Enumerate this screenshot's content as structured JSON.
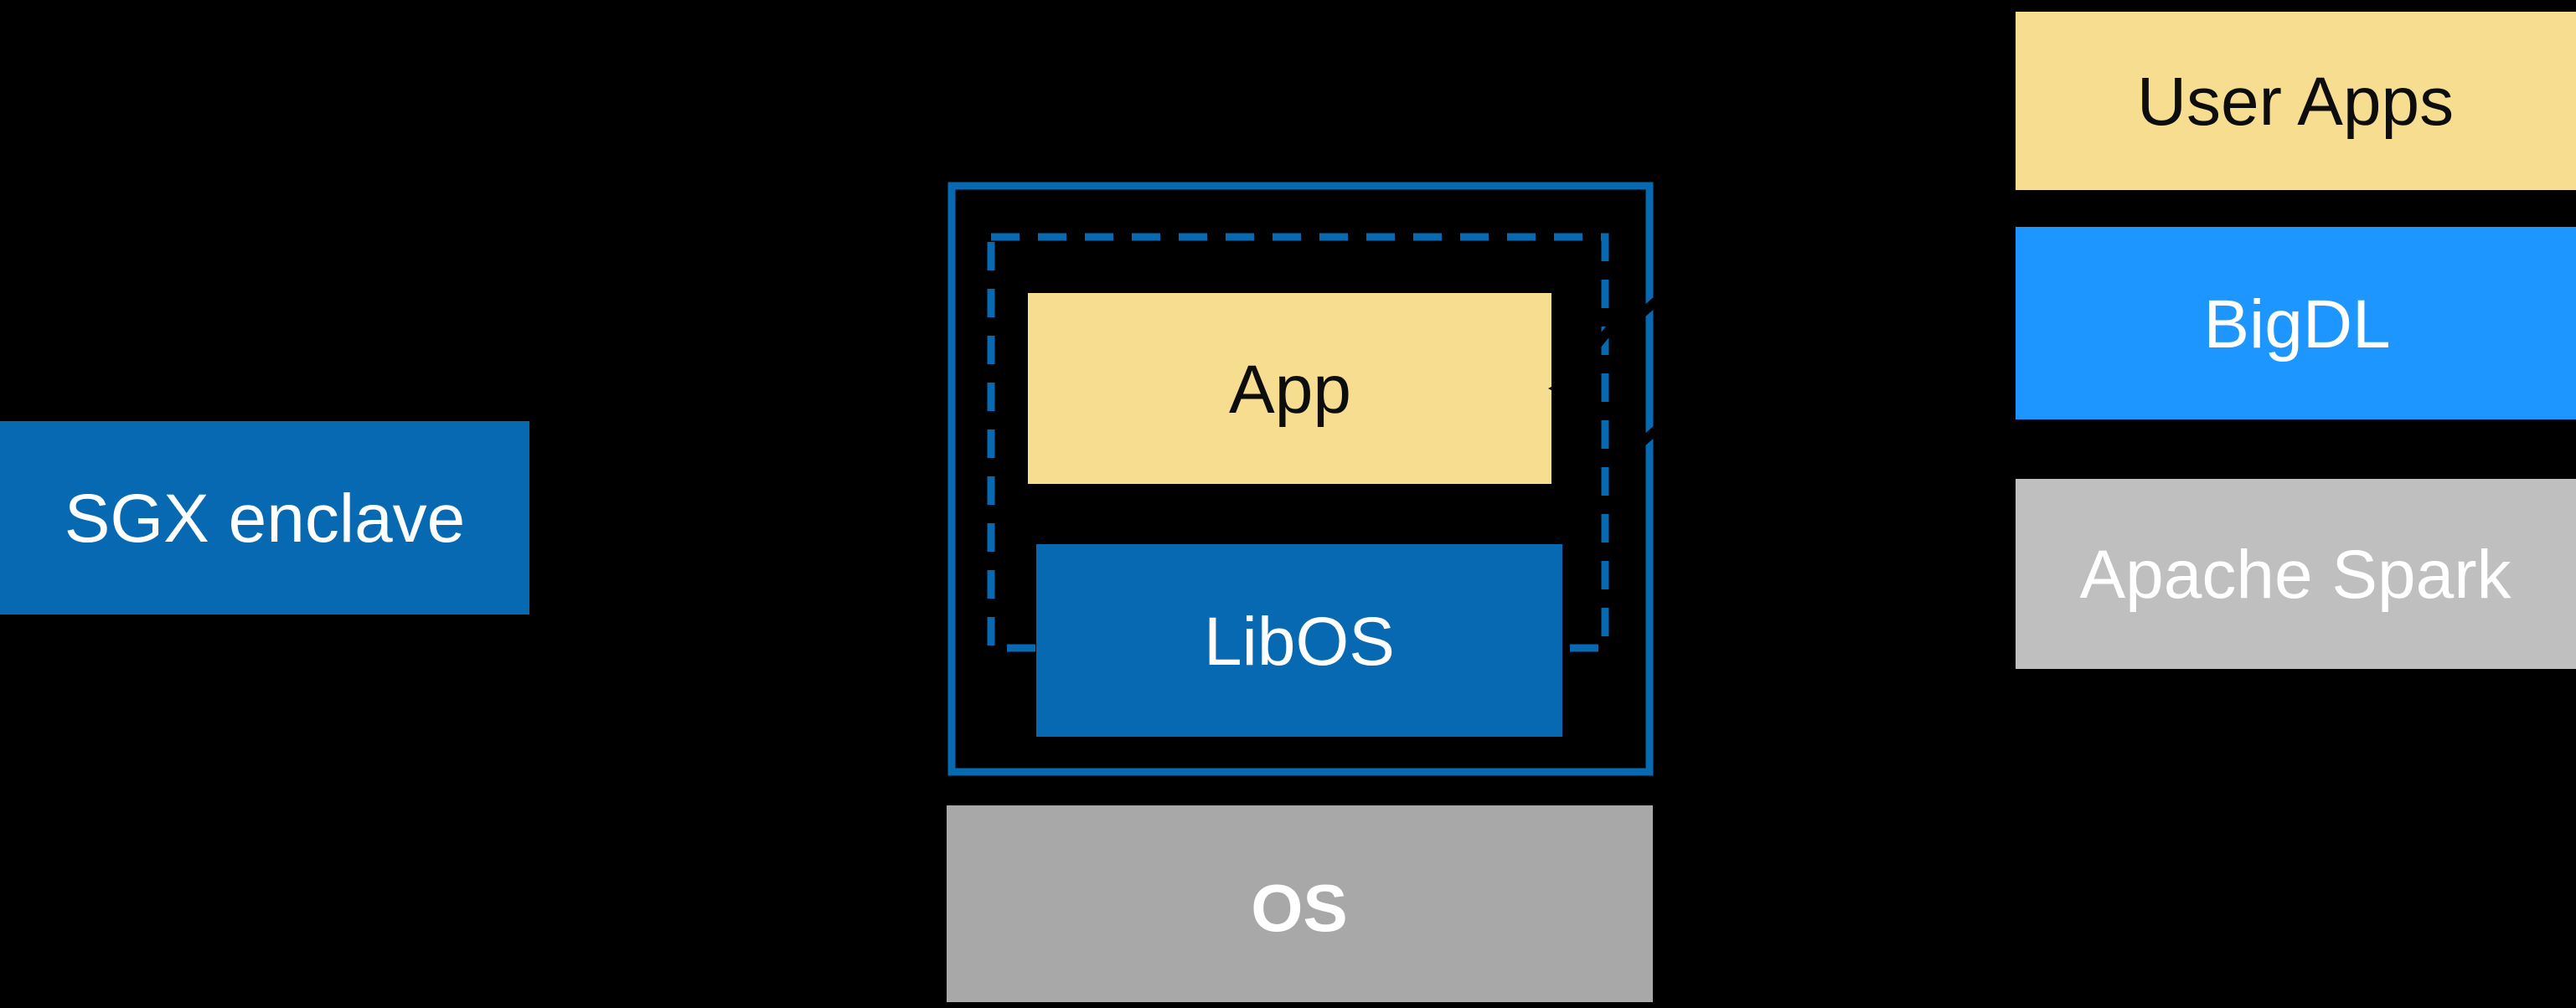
{
  "diagram": {
    "title_semantic": "SGX enclave LibOS architecture diagram",
    "background": "#000000",
    "colors": {
      "intel_blue": "#0669b1",
      "bright_blue": "#1e96ff",
      "yellow": "#f7dd90",
      "gray_light": "#bfbfbf",
      "gray_medium": "#a8a8a8",
      "text_light": "#ffffff",
      "text_dark": "#0d0d0d",
      "black": "#000000",
      "none": "none"
    },
    "sgx_enclave": {
      "label": "SGX enclave"
    },
    "enclave_container": {
      "app_label": "App",
      "libos_label": "LibOS"
    },
    "os_bar": {
      "label": "OS"
    },
    "right_stack": {
      "user_apps_label": "User Apps",
      "bigdl_label": "BigDL",
      "spark_label": "Apache Spark"
    }
  }
}
